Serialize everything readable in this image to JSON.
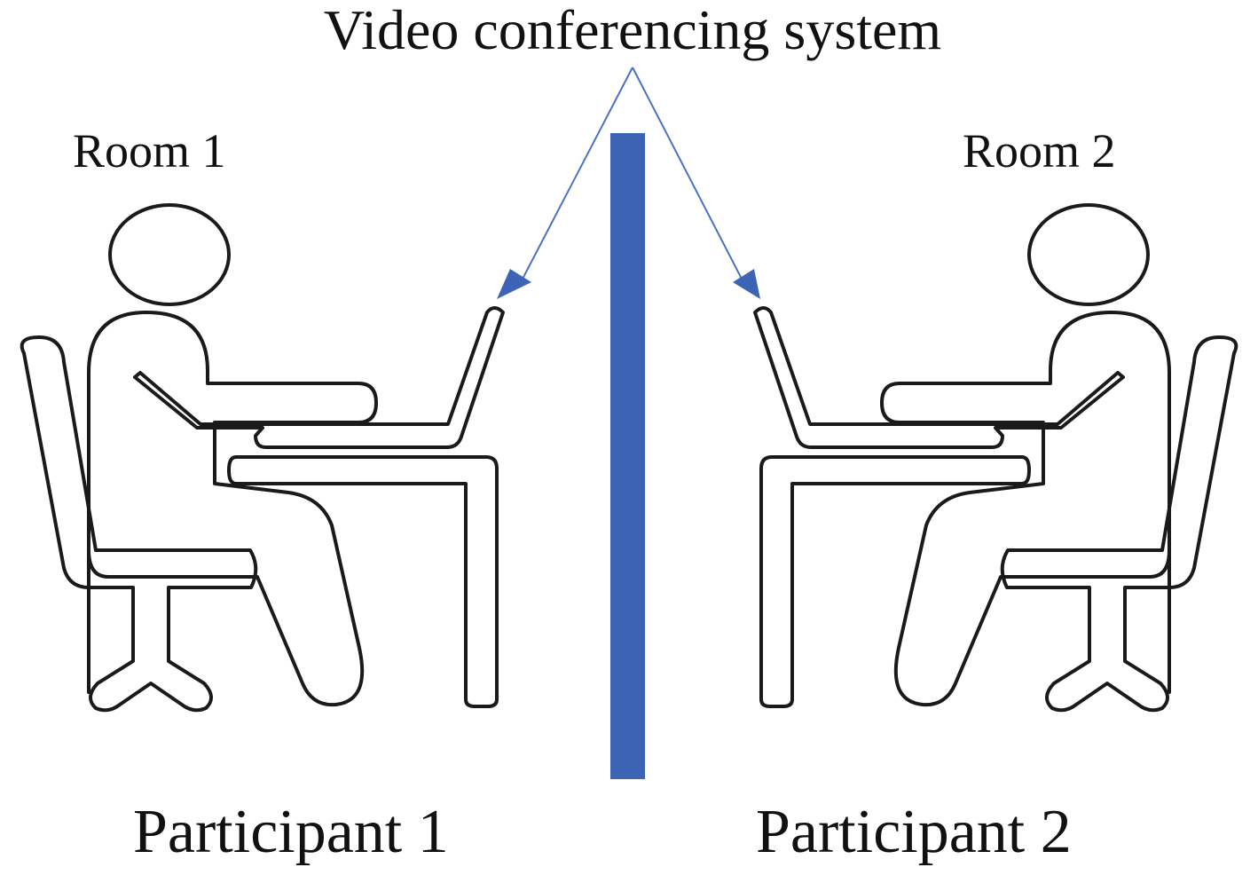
{
  "title": "Video conferencing system",
  "rooms": [
    {
      "label": "Room 1",
      "participant": "Participant 1",
      "color": "#1a1a1a"
    },
    {
      "label": "Room 2",
      "participant": "Participant 2",
      "color": "#d9a233"
    }
  ],
  "colors": {
    "divider": "#3d64b4",
    "arrow": "#4a72c4"
  }
}
